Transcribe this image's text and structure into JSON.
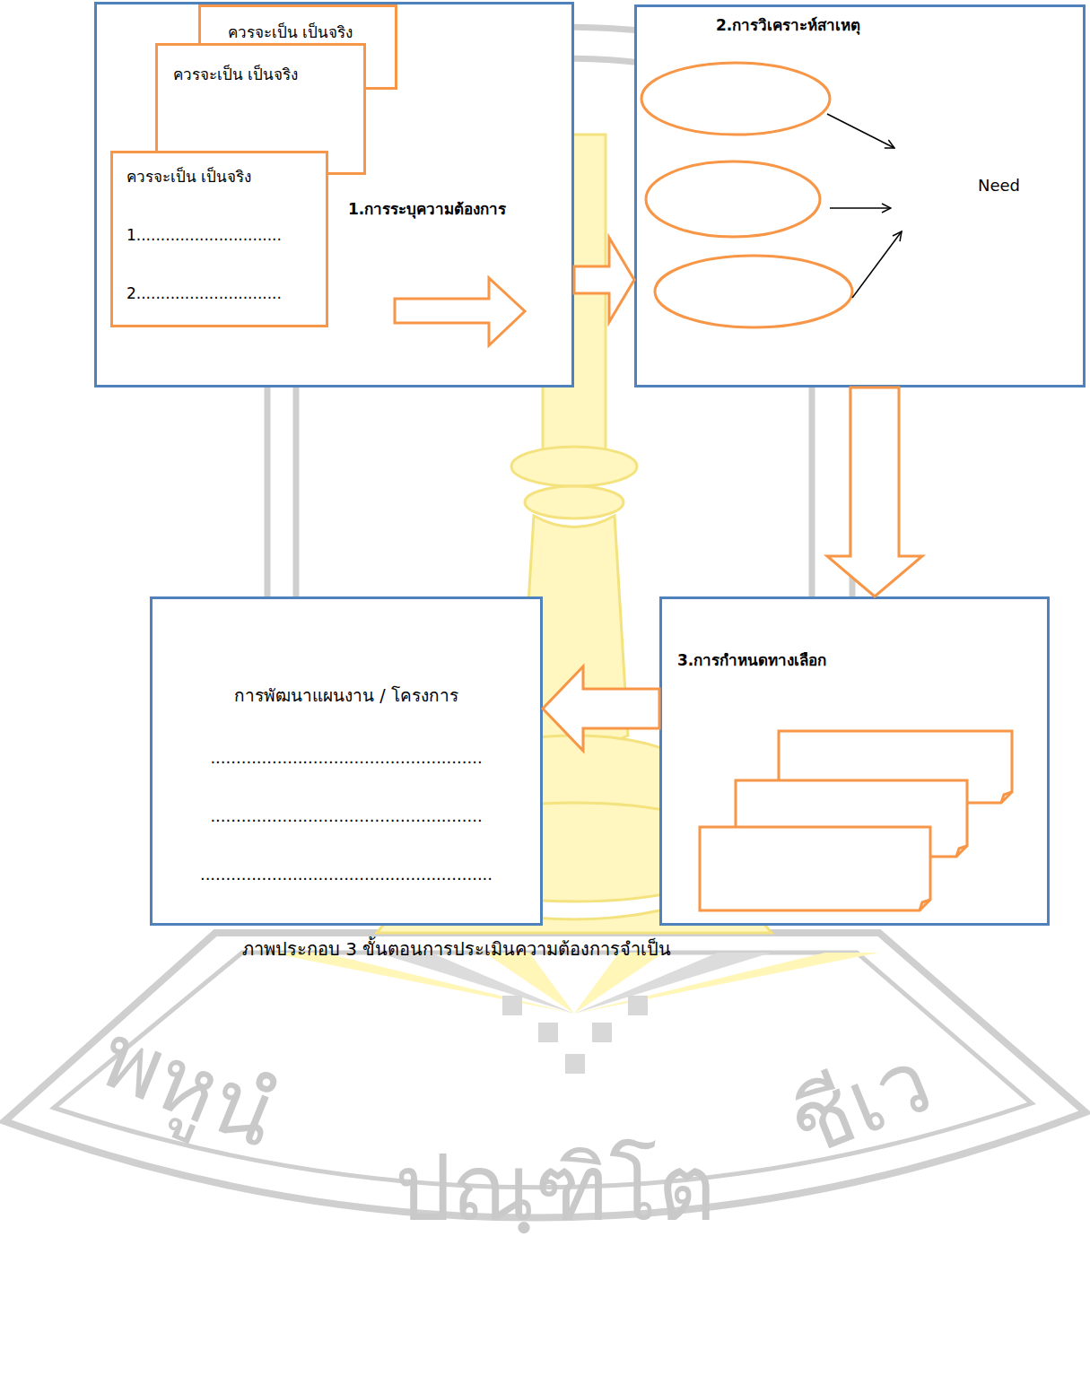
{
  "diagram": {
    "caption": "ภาพประกอบ 3  ขั้นตอนการประเมินความต้องการจำเป็น",
    "nodes": [
      {
        "text": [
          "1.การระบุความต้องการ"
        ]
      },
      {
        "text": [
          "ควรจะเป็น เป็นจริง"
        ],
        "in": 0
      },
      {
        "text": [
          "ควรจะเป็น เป็นจริง"
        ],
        "in": 0
      },
      {
        "text": [
          "ควรจะเป็น เป็นจริง",
          "1..............................",
          "2.............................."
        ],
        "in": 0
      },
      {
        "text": [
          "2.การวิเคราะห์สาเหตุ"
        ]
      },
      {
        "text": [
          "การพัฒนาแผนงาน / โครงการ",
          ".....................................................",
          ".....................................................",
          "........................................................."
        ]
      },
      {
        "text": [
          "3.การกำหนดทางเลือก"
        ]
      }
    ],
    "edges": [
      {
        "from": 0,
        "to": 4,
        "arrow": "to"
      },
      {
        "from": 4,
        "to": 6,
        "arrow": "to"
      },
      {
        "from": 6,
        "to": 5,
        "arrow": "to"
      }
    ],
    "labels": [
      "Need",
      "พหูนํ",
      "ปณฺฑิโต",
      "ชีเว"
    ]
  }
}
